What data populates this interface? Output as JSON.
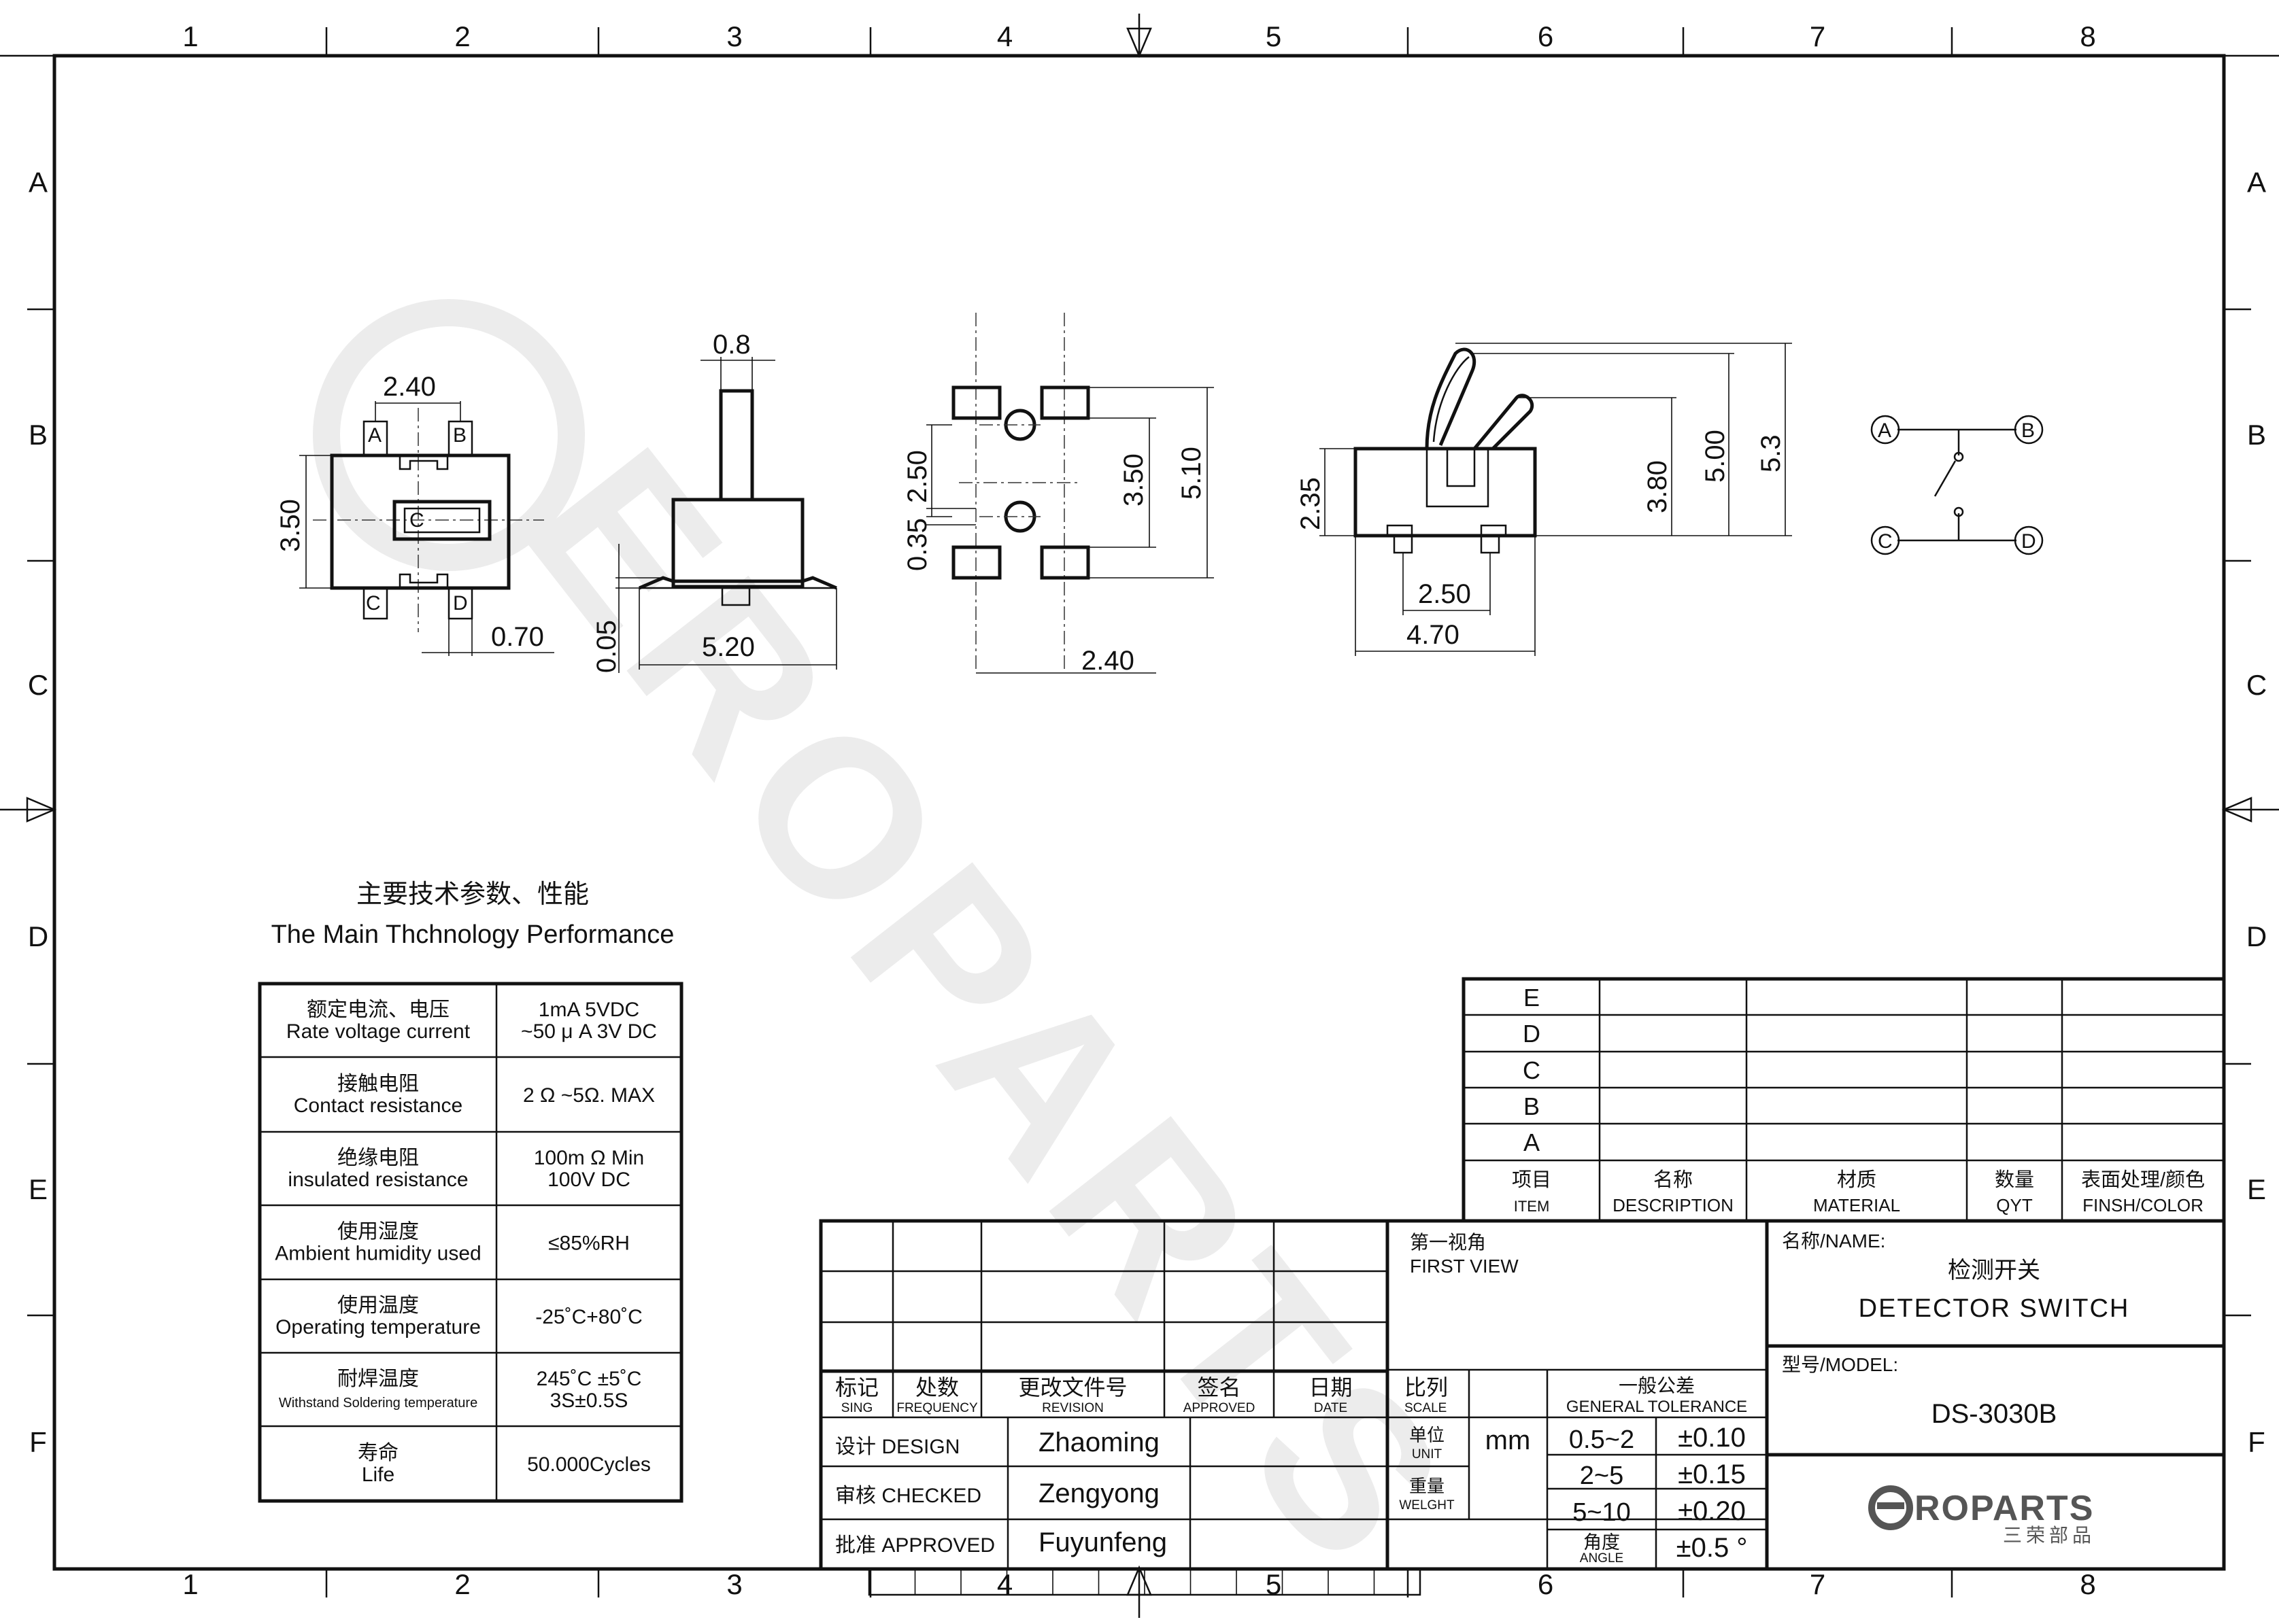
{
  "frame": {
    "columns": [
      "1",
      "2",
      "3",
      "4",
      "5",
      "6",
      "7",
      "8"
    ],
    "rows": [
      "A",
      "B",
      "C",
      "D",
      "E",
      "F"
    ]
  },
  "watermark": "EROPARTS",
  "views": {
    "top": {
      "pins": [
        "A",
        "B",
        "C",
        "D"
      ],
      "dims": {
        "width_pitch": "2.40",
        "height": "3.50",
        "pin_width": "0.70"
      }
    },
    "side": {
      "dims": {
        "actuator": "0.8",
        "body": "5.20",
        "standoff": "0.05"
      }
    },
    "footprint": {
      "dims": {
        "pad_pitch_y": "2.50",
        "hole_offset": "0.35",
        "inner": "3.50",
        "overall": "5.10",
        "pitch_x": "2.40"
      }
    },
    "front": {
      "dims": {
        "body_height": "2.35",
        "h380": "3.80",
        "h500": "5.00",
        "h53": "5.3",
        "pin_pitch": "2.50",
        "body_width": "4.70"
      }
    },
    "schematic": {
      "nodes": [
        "A",
        "B",
        "C",
        "D"
      ]
    }
  },
  "performance": {
    "title_cn": "主要技术参数、性能",
    "title_en": "The Main Thchnology Performance",
    "rows": [
      {
        "cn": "额定电流、电压",
        "en": "Rate voltage current",
        "v1": "1mA   5VDC",
        "v2": "~50 μ A 3V DC"
      },
      {
        "cn": "接触电阻",
        "en": "Contact resistance",
        "v1": "2 Ω ~5Ω. MAX",
        "v2": ""
      },
      {
        "cn": "绝缘电阻",
        "en": "insulated resistance",
        "v1": "100m Ω  Min",
        "v2": "100V DC"
      },
      {
        "cn": "使用湿度",
        "en": "Ambient humidity used",
        "v1": "≤85%RH",
        "v2": ""
      },
      {
        "cn": "使用温度",
        "en": "Operating temperature",
        "v1": "-25˚C+80˚C",
        "v2": ""
      },
      {
        "cn": "耐焊温度",
        "en": "Withstand Soldering temperature",
        "v1": "245˚C ±5˚C",
        "v2": "3S±0.5S"
      },
      {
        "cn": "寿命",
        "en": "Life",
        "v1": "50.000Cycles",
        "v2": ""
      }
    ]
  },
  "parts_list": {
    "rows": [
      "E",
      "D",
      "C",
      "B",
      "A"
    ],
    "headers": [
      {
        "cn": "项目",
        "en": "ITEM"
      },
      {
        "cn": "名称",
        "en": "DESCRIPTION"
      },
      {
        "cn": "材质",
        "en": "MATERIAL"
      },
      {
        "cn": "数量",
        "en": "QYT"
      },
      {
        "cn": "表面处理/颜色",
        "en": "FINSH/COLOR"
      }
    ]
  },
  "title_block": {
    "revision_headers": [
      {
        "cn": "标记",
        "en": "SING"
      },
      {
        "cn": "处数",
        "en": "FREQUENCY"
      },
      {
        "cn": "更改文件号",
        "en": "REVISION"
      },
      {
        "cn": "签名",
        "en": "APPROVED"
      },
      {
        "cn": "日期",
        "en": "DATE"
      }
    ],
    "signoffs": [
      {
        "label": "设计 DESIGN",
        "name": "Zhaoming"
      },
      {
        "label": "审核 CHECKED",
        "name": "Zengyong"
      },
      {
        "label": "批准 APPROVED",
        "name": "Fuyunfeng"
      }
    ],
    "view_cn": "第一视角",
    "view_en": "FIRST VIEW",
    "scale_cn": "比列",
    "scale_en": "SCALE",
    "unit_cn": "单位",
    "unit_en": "UNIT",
    "unit_value": "mm",
    "weight_cn": "重量",
    "weight_en": "WELGHT",
    "tolerance_cn": "一般公差",
    "tolerance_en": "GENERAL TOLERANCE",
    "tolerances": [
      {
        "range": "0.5~2",
        "value": "±0.10"
      },
      {
        "range": "2~5",
        "value": "±0.15"
      },
      {
        "range": "5~10",
        "value": "±0.20"
      }
    ],
    "angle_cn": "角度",
    "angle_en": "ANGLE",
    "angle_value": "±0.5 °",
    "name_label": "名称/NAME:",
    "name_cn": "检测开关",
    "name_en": "DETECTOR  SWITCH",
    "model_label": "型号/MODEL:",
    "model": "DS-3030B",
    "logo_text": "ROPARTS",
    "logo_cn": "三荣部品"
  }
}
